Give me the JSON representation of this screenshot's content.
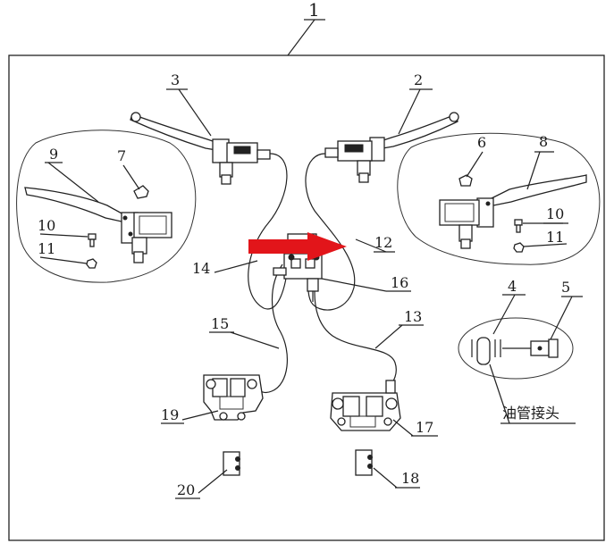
{
  "colors": {
    "line": "#222222",
    "arrow": "#e2151a",
    "background": "#ffffff"
  },
  "labels": {
    "l1": "1",
    "l2": "2",
    "l3": "3",
    "l4": "4",
    "l5": "5",
    "l6": "6",
    "l7": "7",
    "l8": "8",
    "l9": "9",
    "l10a": "10",
    "l10b": "10",
    "l11a": "11",
    "l11b": "11",
    "l12": "12",
    "l13": "13",
    "l14": "14",
    "l15": "15",
    "l16": "16",
    "l17": "17",
    "l18": "18",
    "l19": "19",
    "l20": "20"
  },
  "annotation": {
    "fitting_label": "油管接头"
  }
}
